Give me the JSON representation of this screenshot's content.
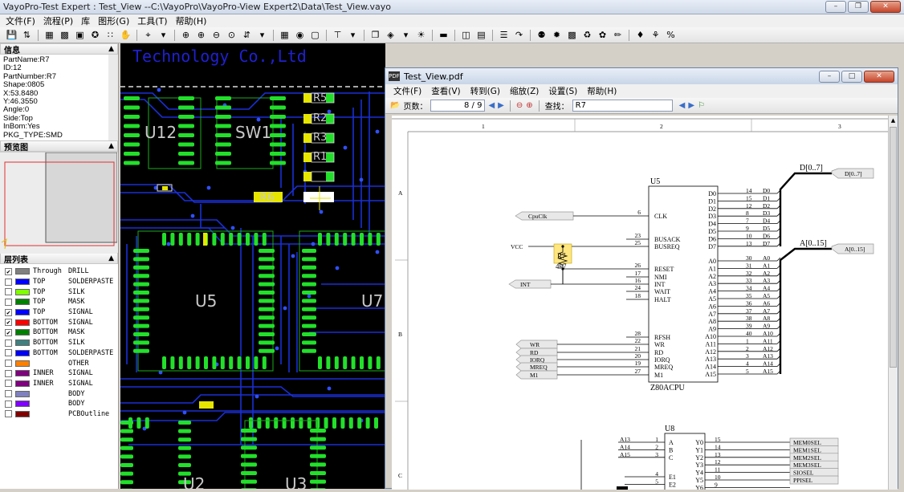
{
  "app": {
    "title": "VayoPro-Test Expert : Test_View  --C:\\VayoPro\\VayoPro-View Expert2\\Data\\Test_View.vayo"
  },
  "menu": [
    "文件(F)",
    "流程(P)",
    "库",
    "图形(G)",
    "工具(T)",
    "帮助(H)"
  ],
  "info_panel": {
    "title": "信息",
    "lines": [
      "PartName:R7",
      "ID:12",
      "PartNumber:R7",
      "Shape:0805",
      "X:53.8480",
      "Y:46.3550",
      "Angle:0",
      "Side:Top",
      "InBom:Yes",
      "PKG_TYPE:SMD"
    ]
  },
  "preview_panel": {
    "title": "预览图"
  },
  "layers_panel": {
    "title": "层列表",
    "layers": [
      {
        "checked": true,
        "color": "#808080",
        "side": "Through",
        "type": "DRILL"
      },
      {
        "checked": false,
        "color": "#0000ff",
        "side": "TOP",
        "type": "SOLDERPASTE"
      },
      {
        "checked": false,
        "color": "#80ff00",
        "side": "TOP",
        "type": "SILK"
      },
      {
        "checked": false,
        "color": "#008000",
        "side": "TOP",
        "type": "MASK"
      },
      {
        "checked": true,
        "color": "#0000ff",
        "side": "TOP",
        "type": "SIGNAL"
      },
      {
        "checked": true,
        "color": "#ff0000",
        "side": "BOTTOM",
        "type": "SIGNAL"
      },
      {
        "checked": true,
        "color": "#008000",
        "side": "BOTTOM",
        "type": "MASK"
      },
      {
        "checked": false,
        "color": "#408080",
        "side": "BOTTOM",
        "type": "SILK"
      },
      {
        "checked": false,
        "color": "#0000ff",
        "side": "BOTTOM",
        "type": "SOLDERPASTE"
      },
      {
        "checked": false,
        "color": "#ff8000",
        "side": "",
        "type": "OTHER"
      },
      {
        "checked": false,
        "color": "#800080",
        "side": "INNER",
        "type": "SIGNAL"
      },
      {
        "checked": false,
        "color": "#800080",
        "side": "INNER",
        "type": "SIGNAL"
      },
      {
        "checked": false,
        "color": "#8080c0",
        "side": "",
        "type": "BODY"
      },
      {
        "checked": false,
        "color": "#8000ff",
        "side": "",
        "type": "BODY"
      },
      {
        "checked": false,
        "color": "#800000",
        "side": "",
        "type": "PCBOutline"
      }
    ]
  },
  "pcb": {
    "header_text": "Technology Co.,Ltd",
    "components": [
      "U12",
      "SW1",
      "U5",
      "U7",
      "U2",
      "U3",
      "R5",
      "R2",
      "R3",
      "R1",
      "R6"
    ]
  },
  "pdf": {
    "title": "Test_View.pdf",
    "menu": [
      "文件(F)",
      "查看(V)",
      "转到(G)",
      "缩放(Z)",
      "设置(S)",
      "帮助(H)"
    ],
    "page_label": "页数：",
    "page_value": "8 / 9",
    "find_label": "查找：",
    "find_value": "R7",
    "col_markers": [
      "1",
      "2",
      "3"
    ],
    "row_markers": [
      "A",
      "B",
      "C"
    ],
    "schematic": {
      "u5_ref": "U5",
      "u5_part": "Z80ACPU",
      "u5_left": [
        {
          "num": "6",
          "name": "CLK"
        },
        {
          "num": "23",
          "name": "BUSACK"
        },
        {
          "num": "25",
          "name": "BUSREQ"
        },
        {
          "num": "26",
          "name": "RESET"
        },
        {
          "num": "17",
          "name": "NMI"
        },
        {
          "num": "16",
          "name": "INT"
        },
        {
          "num": "24",
          "name": "WAIT"
        },
        {
          "num": "18",
          "name": "HALT"
        },
        {
          "num": "28",
          "name": "RFSH"
        },
        {
          "num": "22",
          "name": "WR"
        },
        {
          "num": "21",
          "name": "RD"
        },
        {
          "num": "20",
          "name": "IORQ"
        },
        {
          "num": "19",
          "name": "MREQ"
        },
        {
          "num": "27",
          "name": "M1"
        }
      ],
      "u5_data": [
        {
          "pin": "D0",
          "num": "14",
          "net": "D0"
        },
        {
          "pin": "D1",
          "num": "15",
          "net": "D1"
        },
        {
          "pin": "D2",
          "num": "12",
          "net": "D2"
        },
        {
          "pin": "D3",
          "num": "8",
          "net": "D3"
        },
        {
          "pin": "D4",
          "num": "7",
          "net": "D4"
        },
        {
          "pin": "D5",
          "num": "9",
          "net": "D5"
        },
        {
          "pin": "D6",
          "num": "10",
          "net": "D6"
        },
        {
          "pin": "D7",
          "num": "13",
          "net": "D7"
        }
      ],
      "u5_addr": [
        {
          "pin": "A0",
          "num": "30",
          "net": "A0"
        },
        {
          "pin": "A1",
          "num": "31",
          "net": "A1"
        },
        {
          "pin": "A2",
          "num": "32",
          "net": "A2"
        },
        {
          "pin": "A3",
          "num": "33",
          "net": "A3"
        },
        {
          "pin": "A4",
          "num": "34",
          "net": "A4"
        },
        {
          "pin": "A5",
          "num": "35",
          "net": "A5"
        },
        {
          "pin": "A6",
          "num": "36",
          "net": "A6"
        },
        {
          "pin": "A7",
          "num": "37",
          "net": "A7"
        },
        {
          "pin": "A8",
          "num": "38",
          "net": "A8"
        },
        {
          "pin": "A9",
          "num": "39",
          "net": "A9"
        },
        {
          "pin": "A10",
          "num": "40",
          "net": "A10"
        },
        {
          "pin": "A11",
          "num": "1",
          "net": "A11"
        },
        {
          "pin": "A12",
          "num": "2",
          "net": "A12"
        },
        {
          "pin": "A13",
          "num": "3",
          "net": "A13"
        },
        {
          "pin": "A14",
          "num": "4",
          "net": "A14"
        },
        {
          "pin": "A15",
          "num": "5",
          "net": "A15"
        }
      ],
      "bus_d": "D[0..7]",
      "bus_a": "A[0..15]",
      "port_d": "D[0..7]",
      "port_a": "A[0..15]",
      "port_cpuclk": "CpuClk",
      "port_vcc": "VCC",
      "port_int": "INT",
      "left_ports": [
        "WR",
        "RD",
        "IORQ",
        "MREQ",
        "M1"
      ],
      "r7": {
        "ref": "R7",
        "value": "4k7"
      },
      "u8_ref": "U8",
      "u8_in": [
        {
          "net": "A13",
          "num": "1",
          "pin": "A"
        },
        {
          "net": "A14",
          "num": "2",
          "pin": "B"
        },
        {
          "net": "A15",
          "num": "3",
          "pin": "C"
        }
      ],
      "u8_out": [
        {
          "pin": "Y0",
          "num": "15",
          "net": "MEM0SEL"
        },
        {
          "pin": "Y1",
          "num": "14",
          "net": "MEM1SEL"
        },
        {
          "pin": "Y2",
          "num": "13",
          "net": "MEM2SEL"
        },
        {
          "pin": "Y3",
          "num": "12",
          "net": "MEM3SEL"
        },
        {
          "pin": "Y4",
          "num": "11",
          "net": "SIOSEL"
        },
        {
          "pin": "Y5",
          "num": "10",
          "net": "PPISEL"
        },
        {
          "pin": "Y6",
          "num": "9",
          "net": ""
        }
      ],
      "u8_en": [
        {
          "num": "4",
          "pin": "E1"
        },
        {
          "num": "5",
          "pin": "E2"
        }
      ]
    }
  }
}
